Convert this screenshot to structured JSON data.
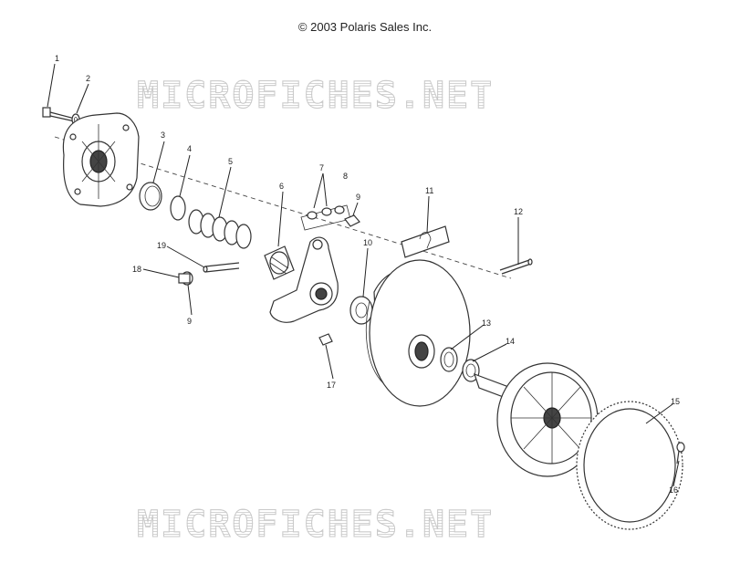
{
  "copyright": "© 2003 Polaris Sales Inc.",
  "watermark": "MICROFICHES.NET",
  "callouts": {
    "c1": "1",
    "c2": "2",
    "c3": "3",
    "c4": "4",
    "c5": "5",
    "c6": "6",
    "c7": "7",
    "c8": "8",
    "c9a": "9",
    "c9b": "9",
    "c10": "10",
    "c11": "11",
    "c12": "12",
    "c13": "13",
    "c14": "14",
    "c15": "15",
    "c16": "16",
    "c17": "17",
    "c18": "18",
    "c19": "19"
  },
  "colors": {
    "line": "#222222",
    "watermark": "#c9c9c9",
    "background": "#ffffff"
  }
}
